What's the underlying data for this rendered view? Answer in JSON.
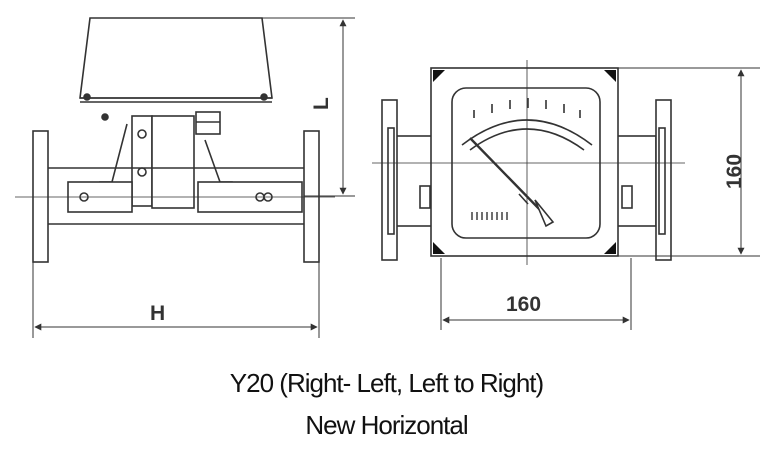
{
  "dimensions": {
    "height_label": "L",
    "length_label": "H",
    "width_label": "160",
    "depth_label": "160"
  },
  "caption": {
    "line1": "Y20 (Right- Left,    Left to Right)",
    "line2": "New Horizontal"
  }
}
